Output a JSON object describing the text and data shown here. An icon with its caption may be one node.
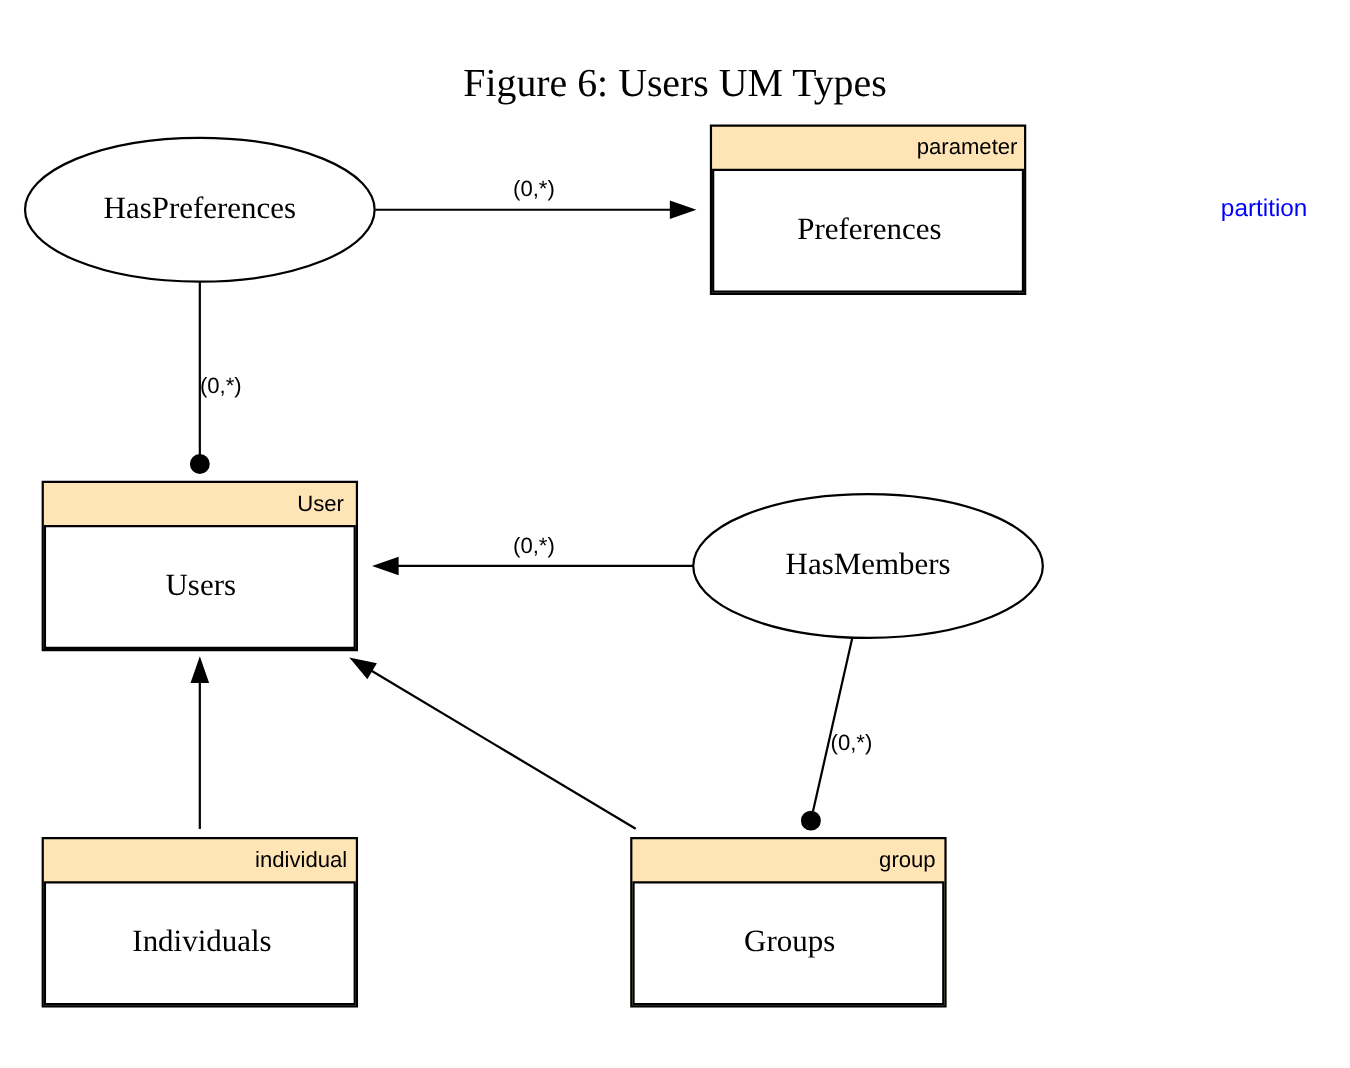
{
  "diagram": {
    "title": "Figure 6: Users UM Types",
    "nodes": [
      {
        "text": [
          "HasPreferences"
        ]
      },
      {
        "text": [
          "parameter",
          "Preferences"
        ]
      },
      {
        "text": [
          "User",
          "Users"
        ]
      },
      {
        "text": [
          "HasMembers"
        ]
      },
      {
        "text": [
          "individual",
          "Individuals"
        ]
      },
      {
        "text": [
          "group",
          "Groups"
        ]
      }
    ],
    "edges": [
      {
        "from": 0,
        "to": 1,
        "arrow": "to",
        "label": "(0,*)"
      },
      {
        "from": 0,
        "to": 2,
        "arrow": "other",
        "label": "(0,*)"
      },
      {
        "from": 3,
        "to": 2,
        "arrow": "to",
        "label": "(0,*)"
      },
      {
        "from": 3,
        "to": 5,
        "arrow": "other",
        "label": "(0,*)"
      },
      {
        "from": 4,
        "to": 2,
        "arrow": "to"
      },
      {
        "from": 5,
        "to": 2,
        "arrow": "to"
      }
    ],
    "labels": [
      "partition"
    ]
  }
}
